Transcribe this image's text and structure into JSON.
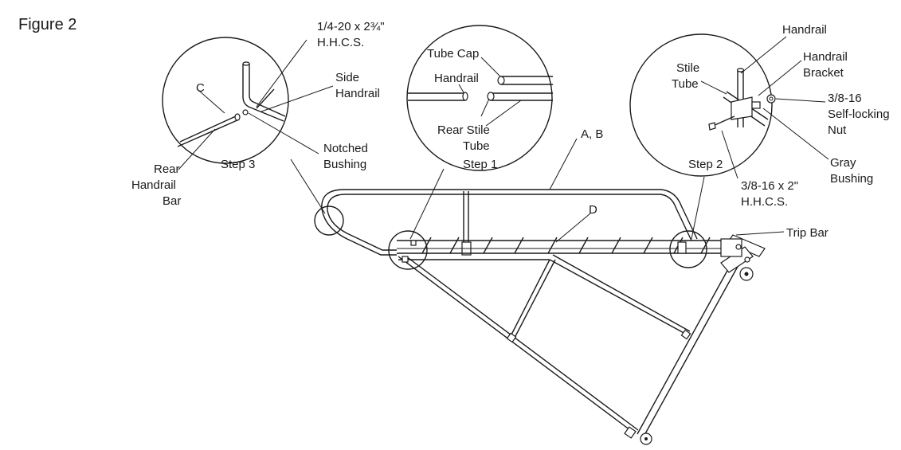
{
  "figure": {
    "title": "Figure 2",
    "labels": {
      "hhcs_quarter_line1": "1/4-20 x 2¾\"",
      "hhcs_quarter_line2": "H.H.C.S.",
      "c": "C",
      "side_handrail_line1": "Side",
      "side_handrail_line2": "Handrail",
      "notched_bushing_line1": "Notched",
      "notched_bushing_line2": "Bushing",
      "rear_handrail_bar_line1": "Rear",
      "rear_handrail_bar_line2": "Handrail",
      "rear_handrail_bar_line3": "Bar",
      "step3": "Step 3",
      "tube_cap": "Tube Cap",
      "handrail_step1": "Handrail",
      "rear_stile_tube_line1": "Rear Stile",
      "rear_stile_tube_line2": "Tube",
      "step1": "Step 1",
      "a_b": "A, B",
      "d": "D",
      "handrail_step2": "Handrail",
      "stile_tube_line1": "Stile",
      "stile_tube_line2": "Tube",
      "handrail_bracket_line1": "Handrail",
      "handrail_bracket_line2": "Bracket",
      "nut_line1": "3/8-16",
      "nut_line2": "Self-locking",
      "nut_line3": "Nut",
      "gray_bushing_line1": "Gray",
      "gray_bushing_line2": "Bushing",
      "hhcs_38_line1": "3/8-16 x 2\"",
      "hhcs_38_line2": "H.H.C.S.",
      "step2": "Step 2",
      "trip_bar": "Trip Bar"
    }
  }
}
